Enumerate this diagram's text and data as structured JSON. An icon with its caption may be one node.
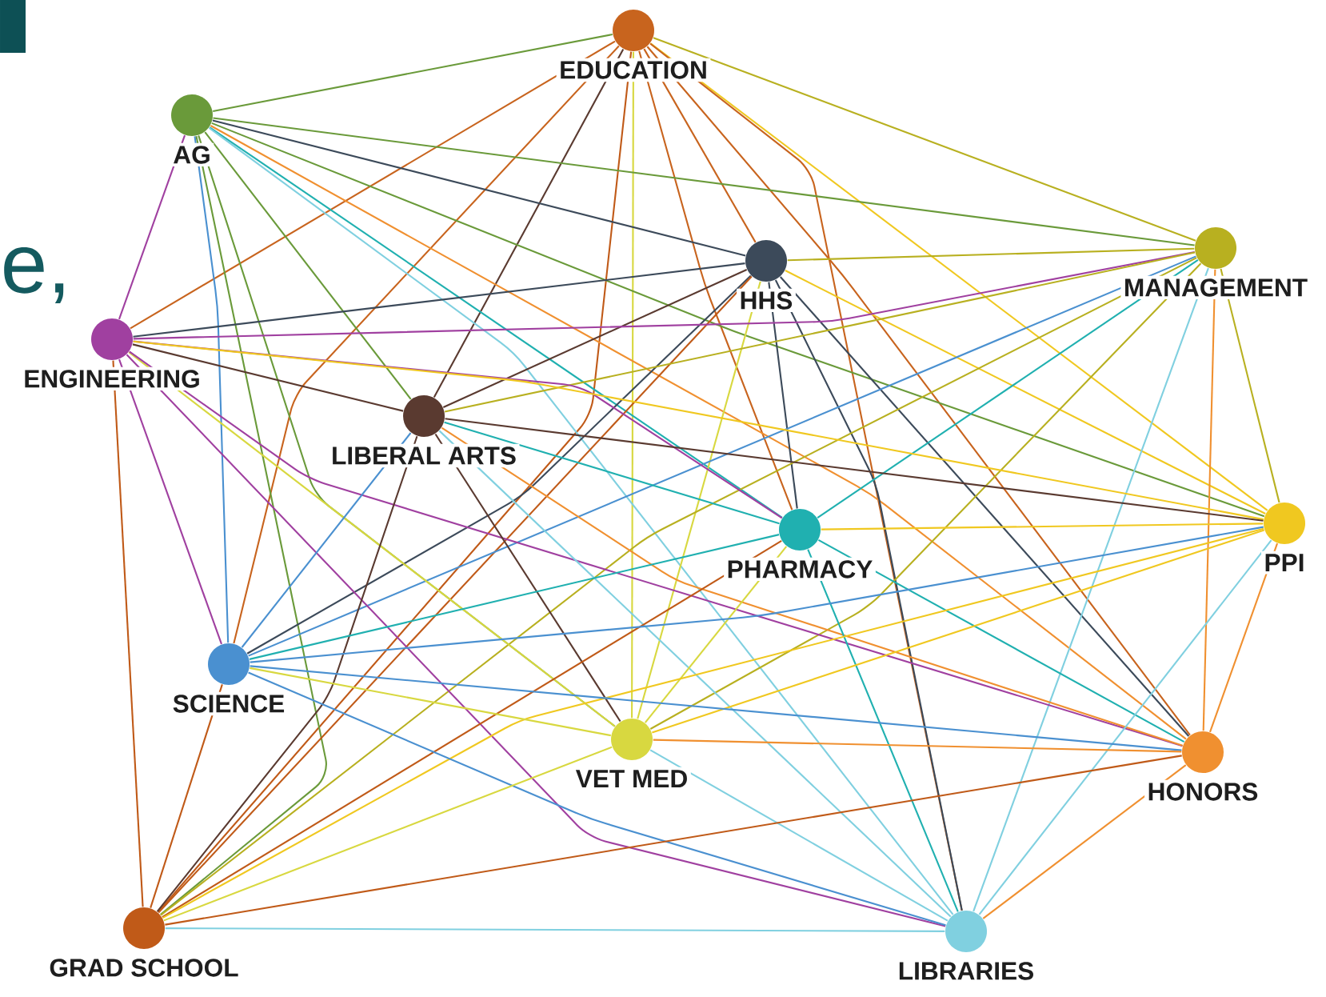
{
  "diagram": {
    "nodes": [
      {
        "text": [
          "EDUCATION"
        ]
      },
      {
        "text": [
          "AG"
        ]
      },
      {
        "text": [
          "HHS"
        ]
      },
      {
        "text": [
          "MANAGEMENT"
        ]
      },
      {
        "text": [
          "ENGINEERING"
        ]
      },
      {
        "text": [
          "LIBERAL ARTS"
        ]
      },
      {
        "text": [
          "PHARMACY"
        ]
      },
      {
        "text": [
          "PPI"
        ]
      },
      {
        "text": [
          "SCIENCE"
        ]
      },
      {
        "text": [
          "VET MED"
        ]
      },
      {
        "text": [
          "HONORS"
        ]
      },
      {
        "text": [
          "GRAD SCHOOL"
        ]
      },
      {
        "text": [
          "LIBRARIES"
        ]
      }
    ],
    "edges": [
      {
        "from": 0,
        "to": 1,
        "arrow": "none",
        "color": "#6a9a3a"
      },
      {
        "from": 0,
        "to": 2,
        "arrow": "none",
        "color": "#c8641e"
      },
      {
        "from": 0,
        "to": 3,
        "arrow": "none",
        "color": "#b8b020"
      },
      {
        "from": 0,
        "to": 4,
        "arrow": "none",
        "color": "#c8641e"
      },
      {
        "from": 0,
        "to": 5,
        "arrow": "none",
        "color": "#5a3a30"
      },
      {
        "from": 0,
        "to": 6,
        "arrow": "none",
        "color": "#c8641e"
      },
      {
        "from": 0,
        "to": 7,
        "arrow": "none",
        "color": "#f0c820"
      },
      {
        "from": 0,
        "to": 8,
        "arrow": "none",
        "color": "#c8641e"
      },
      {
        "from": 0,
        "to": 9,
        "arrow": "none",
        "color": "#d8d840"
      },
      {
        "from": 0,
        "to": 10,
        "arrow": "none",
        "color": "#c8641e"
      },
      {
        "from": 0,
        "to": 11,
        "arrow": "none",
        "color": "#c05a18"
      },
      {
        "from": 0,
        "to": 12,
        "arrow": "none",
        "color": "#c8641e"
      },
      {
        "from": 1,
        "to": 2,
        "arrow": "none",
        "color": "#3c4a5a"
      },
      {
        "from": 1,
        "to": 3,
        "arrow": "none",
        "color": "#6a9a3a"
      },
      {
        "from": 1,
        "to": 4,
        "arrow": "none",
        "color": "#a040a0"
      },
      {
        "from": 1,
        "to": 5,
        "arrow": "none",
        "color": "#6a9a3a"
      },
      {
        "from": 1,
        "to": 6,
        "arrow": "none",
        "color": "#20b0b0"
      },
      {
        "from": 1,
        "to": 7,
        "arrow": "none",
        "color": "#6a9a3a"
      },
      {
        "from": 1,
        "to": 8,
        "arrow": "none",
        "color": "#4a90d0"
      },
      {
        "from": 1,
        "to": 9,
        "arrow": "none",
        "color": "#6a9a3a"
      },
      {
        "from": 1,
        "to": 10,
        "arrow": "none",
        "color": "#f09030"
      },
      {
        "from": 1,
        "to": 11,
        "arrow": "none",
        "color": "#6a9a3a"
      },
      {
        "from": 1,
        "to": 12,
        "arrow": "none",
        "color": "#80d0e0"
      },
      {
        "from": 2,
        "to": 3,
        "arrow": "none",
        "color": "#b8b020"
      },
      {
        "from": 2,
        "to": 4,
        "arrow": "none",
        "color": "#3c4a5a"
      },
      {
        "from": 2,
        "to": 5,
        "arrow": "none",
        "color": "#5a3a30"
      },
      {
        "from": 2,
        "to": 6,
        "arrow": "none",
        "color": "#3c4a5a"
      },
      {
        "from": 2,
        "to": 7,
        "arrow": "none",
        "color": "#f0c820"
      },
      {
        "from": 2,
        "to": 8,
        "arrow": "none",
        "color": "#3c4a5a"
      },
      {
        "from": 2,
        "to": 9,
        "arrow": "none",
        "color": "#d8d840"
      },
      {
        "from": 2,
        "to": 10,
        "arrow": "none",
        "color": "#3c4a5a"
      },
      {
        "from": 2,
        "to": 11,
        "arrow": "none",
        "color": "#c05a18"
      },
      {
        "from": 2,
        "to": 12,
        "arrow": "none",
        "color": "#3c4a5a"
      },
      {
        "from": 3,
        "to": 4,
        "arrow": "none",
        "color": "#a040a0"
      },
      {
        "from": 3,
        "to": 5,
        "arrow": "none",
        "color": "#b8b020"
      },
      {
        "from": 3,
        "to": 6,
        "arrow": "none",
        "color": "#20b0b0"
      },
      {
        "from": 3,
        "to": 7,
        "arrow": "none",
        "color": "#b8b020"
      },
      {
        "from": 3,
        "to": 8,
        "arrow": "none",
        "color": "#4a90d0"
      },
      {
        "from": 3,
        "to": 9,
        "arrow": "none",
        "color": "#b8b020"
      },
      {
        "from": 3,
        "to": 10,
        "arrow": "none",
        "color": "#f09030"
      },
      {
        "from": 3,
        "to": 11,
        "arrow": "none",
        "color": "#b8b020"
      },
      {
        "from": 3,
        "to": 12,
        "arrow": "none",
        "color": "#80d0e0"
      },
      {
        "from": 4,
        "to": 5,
        "arrow": "none",
        "color": "#5a3a30"
      },
      {
        "from": 4,
        "to": 6,
        "arrow": "none",
        "color": "#a040a0"
      },
      {
        "from": 4,
        "to": 7,
        "arrow": "none",
        "color": "#f0c820"
      },
      {
        "from": 4,
        "to": 8,
        "arrow": "none",
        "color": "#a040a0"
      },
      {
        "from": 4,
        "to": 9,
        "arrow": "none",
        "color": "#d8d840"
      },
      {
        "from": 4,
        "to": 10,
        "arrow": "none",
        "color": "#a040a0"
      },
      {
        "from": 4,
        "to": 11,
        "arrow": "none",
        "color": "#c05a18"
      },
      {
        "from": 4,
        "to": 12,
        "arrow": "none",
        "color": "#a040a0"
      },
      {
        "from": 5,
        "to": 6,
        "arrow": "none",
        "color": "#20b0b0"
      },
      {
        "from": 5,
        "to": 7,
        "arrow": "none",
        "color": "#5a3a30"
      },
      {
        "from": 5,
        "to": 8,
        "arrow": "none",
        "color": "#4a90d0"
      },
      {
        "from": 5,
        "to": 9,
        "arrow": "none",
        "color": "#5a3a30"
      },
      {
        "from": 5,
        "to": 10,
        "arrow": "none",
        "color": "#f09030"
      },
      {
        "from": 5,
        "to": 11,
        "arrow": "none",
        "color": "#5a3a30"
      },
      {
        "from": 5,
        "to": 12,
        "arrow": "none",
        "color": "#80d0e0"
      },
      {
        "from": 6,
        "to": 7,
        "arrow": "none",
        "color": "#f0c820"
      },
      {
        "from": 6,
        "to": 8,
        "arrow": "none",
        "color": "#20b0b0"
      },
      {
        "from": 6,
        "to": 9,
        "arrow": "none",
        "color": "#d8d840"
      },
      {
        "from": 6,
        "to": 10,
        "arrow": "none",
        "color": "#20b0b0"
      },
      {
        "from": 6,
        "to": 11,
        "arrow": "none",
        "color": "#c05a18"
      },
      {
        "from": 6,
        "to": 12,
        "arrow": "none",
        "color": "#20b0b0"
      },
      {
        "from": 7,
        "to": 8,
        "arrow": "none",
        "color": "#4a90d0"
      },
      {
        "from": 7,
        "to": 9,
        "arrow": "none",
        "color": "#f0c820"
      },
      {
        "from": 7,
        "to": 10,
        "arrow": "none",
        "color": "#f09030"
      },
      {
        "from": 7,
        "to": 11,
        "arrow": "none",
        "color": "#f0c820"
      },
      {
        "from": 7,
        "to": 12,
        "arrow": "none",
        "color": "#80d0e0"
      },
      {
        "from": 8,
        "to": 9,
        "arrow": "none",
        "color": "#d8d840"
      },
      {
        "from": 8,
        "to": 10,
        "arrow": "none",
        "color": "#4a90d0"
      },
      {
        "from": 8,
        "to": 11,
        "arrow": "none",
        "color": "#c05a18"
      },
      {
        "from": 8,
        "to": 12,
        "arrow": "none",
        "color": "#4a90d0"
      },
      {
        "from": 9,
        "to": 10,
        "arrow": "none",
        "color": "#f09030"
      },
      {
        "from": 9,
        "to": 11,
        "arrow": "none",
        "color": "#d8d840"
      },
      {
        "from": 9,
        "to": 12,
        "arrow": "none",
        "color": "#80d0e0"
      },
      {
        "from": 10,
        "to": 11,
        "arrow": "none",
        "color": "#c05a18"
      },
      {
        "from": 10,
        "to": 12,
        "arrow": "none",
        "color": "#f09030"
      },
      {
        "from": 11,
        "to": 12,
        "arrow": "none",
        "color": "#80d0e0"
      }
    ],
    "labels": [
      "e,"
    ]
  }
}
